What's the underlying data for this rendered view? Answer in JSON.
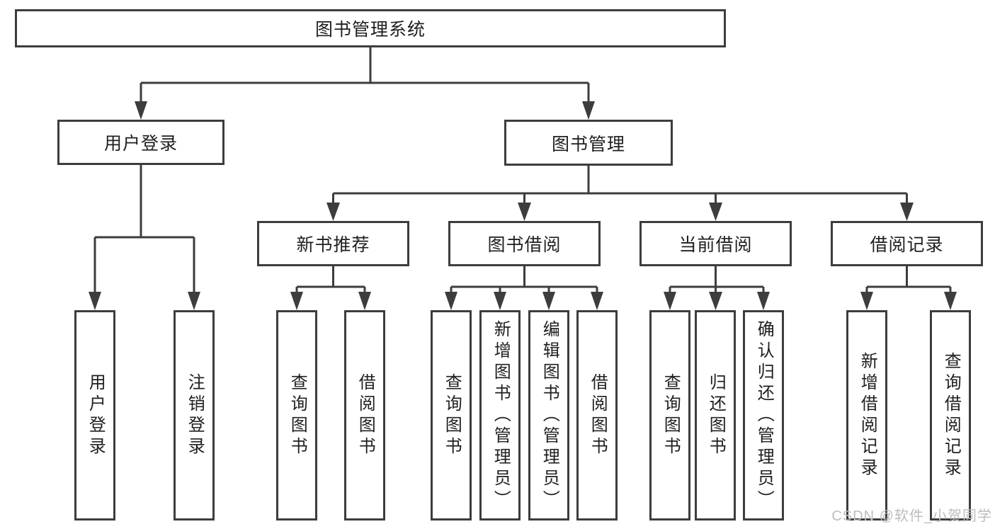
{
  "colors": {
    "background": "#ffffff",
    "line": "#3d3d3d",
    "box_border": "#3d3d3d",
    "box_fill": "#ffffff",
    "text": "#1f1f1f",
    "watermark_text": "#bdbdbd"
  },
  "watermark": "CSDN @软件_小贺同学",
  "tree": {
    "label": "图书管理系统",
    "children": [
      {
        "label": "用户登录",
        "children": [
          {
            "label": "用户登录"
          },
          {
            "label": "注销登录"
          }
        ]
      },
      {
        "label": "图书管理",
        "children": [
          {
            "label": "新书推荐",
            "children": [
              {
                "label": "查询图书"
              },
              {
                "label": "借阅图书"
              }
            ]
          },
          {
            "label": "图书借阅",
            "children": [
              {
                "label": "查询图书"
              },
              {
                "label": "新增图书（管理员）"
              },
              {
                "label": "编辑图书（管理员）"
              },
              {
                "label": "借阅图书"
              }
            ]
          },
          {
            "label": "当前借阅",
            "children": [
              {
                "label": "查询图书"
              },
              {
                "label": "归还图书"
              },
              {
                "label": "确认归还（管理员）"
              }
            ]
          },
          {
            "label": "借阅记录",
            "children": [
              {
                "label": "新增借阅记录"
              },
              {
                "label": "查询借阅记录"
              }
            ]
          }
        ]
      }
    ]
  }
}
